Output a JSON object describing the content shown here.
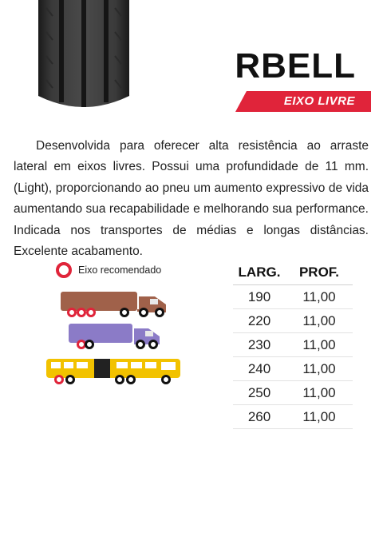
{
  "product": {
    "name": "RBELL",
    "tag": "EIXO LIVRE",
    "description": "Desenvolvida para oferecer alta resistência ao arraste lateral em eixos livres. Possui uma profundidade de 11 mm. (Light), proporcionando ao pneu um aumento expressivo de vida aumentando sua recapabilidade e melhorando sua performance. Indicada nos transportes de médias e longas distâncias. Excelente acabamento."
  },
  "legend": {
    "label": "Eixo recomendado"
  },
  "vehicles": [
    {
      "name": "truck-brown",
      "icon": "truck-icon",
      "color": "#a0614a"
    },
    {
      "name": "truck-purple",
      "icon": "truck-icon",
      "color": "#8b7bc7"
    },
    {
      "name": "bus-yellow",
      "icon": "bus-icon",
      "color": "#f2c200"
    }
  ],
  "colors": {
    "accent": "#e0243a",
    "dark_banner": "#3a3a3a"
  },
  "specs": {
    "headers": [
      "LARG.",
      "PROF."
    ],
    "rows": [
      [
        "190",
        "11,00"
      ],
      [
        "220",
        "11,00"
      ],
      [
        "230",
        "11,00"
      ],
      [
        "240",
        "11,00"
      ],
      [
        "250",
        "11,00"
      ],
      [
        "260",
        "11,00"
      ]
    ]
  }
}
